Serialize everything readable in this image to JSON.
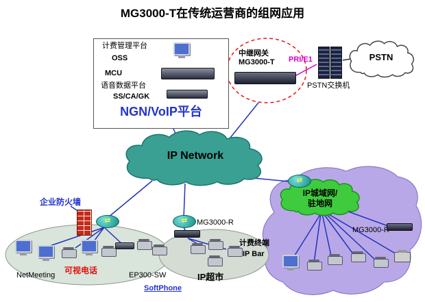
{
  "title": "MG3000-T在传统运营商的组网应用",
  "ngn_platform": {
    "billing_mgmt": "计费管理平台",
    "oss": "OSS",
    "mcu": "MCU",
    "voice_data": "语音数据平台",
    "ss_ca_gk": "SS/CA/GK",
    "platform_title": "NGN/VoIP平台"
  },
  "trunk_gateway": {
    "name": "中继网关",
    "model": "MG3000-T"
  },
  "pstn_link": {
    "pri_e1": "PRI/E1",
    "switch_label": "PSTN交换机",
    "cloud": "PSTN"
  },
  "ip_network": {
    "label": "IP Network"
  },
  "enterprise": {
    "firewall": "企业防火墙",
    "netmeeting": "NetMeeting",
    "video_phone": "可视电话",
    "ep300": "EP300-SW",
    "softphone": "SoftPhone"
  },
  "ip_market": {
    "gateway": "MG3000-R",
    "label": "IP超市",
    "billing_terminal": "计费终端",
    "ip_bar": "IP Bar"
  },
  "metro": {
    "cloud_line1": "IP城域网/",
    "cloud_line2": "驻地网",
    "gateway": "MG3000-R"
  },
  "colors": {
    "accent_blue": "#2233cc",
    "magenta": "#cc00cc",
    "dashed_red": "#ee1111",
    "ip_cloud_teal": "#3aa093",
    "metro_cloud_green": "#3ecb3e",
    "access_blob_purple": "#b9a8e8",
    "firewall_red": "#c42a1c"
  },
  "icons": {
    "router": "teal-ellipse-with-arrows",
    "firewall": "red-brick-wall",
    "computer": "monitor-with-stand",
    "ip_phone": "desk-phone",
    "pstn_switch": "striped-tower",
    "server": "dark-rack-box",
    "gateway_device": "flat-rack-unit",
    "fax": "fax-machine"
  }
}
